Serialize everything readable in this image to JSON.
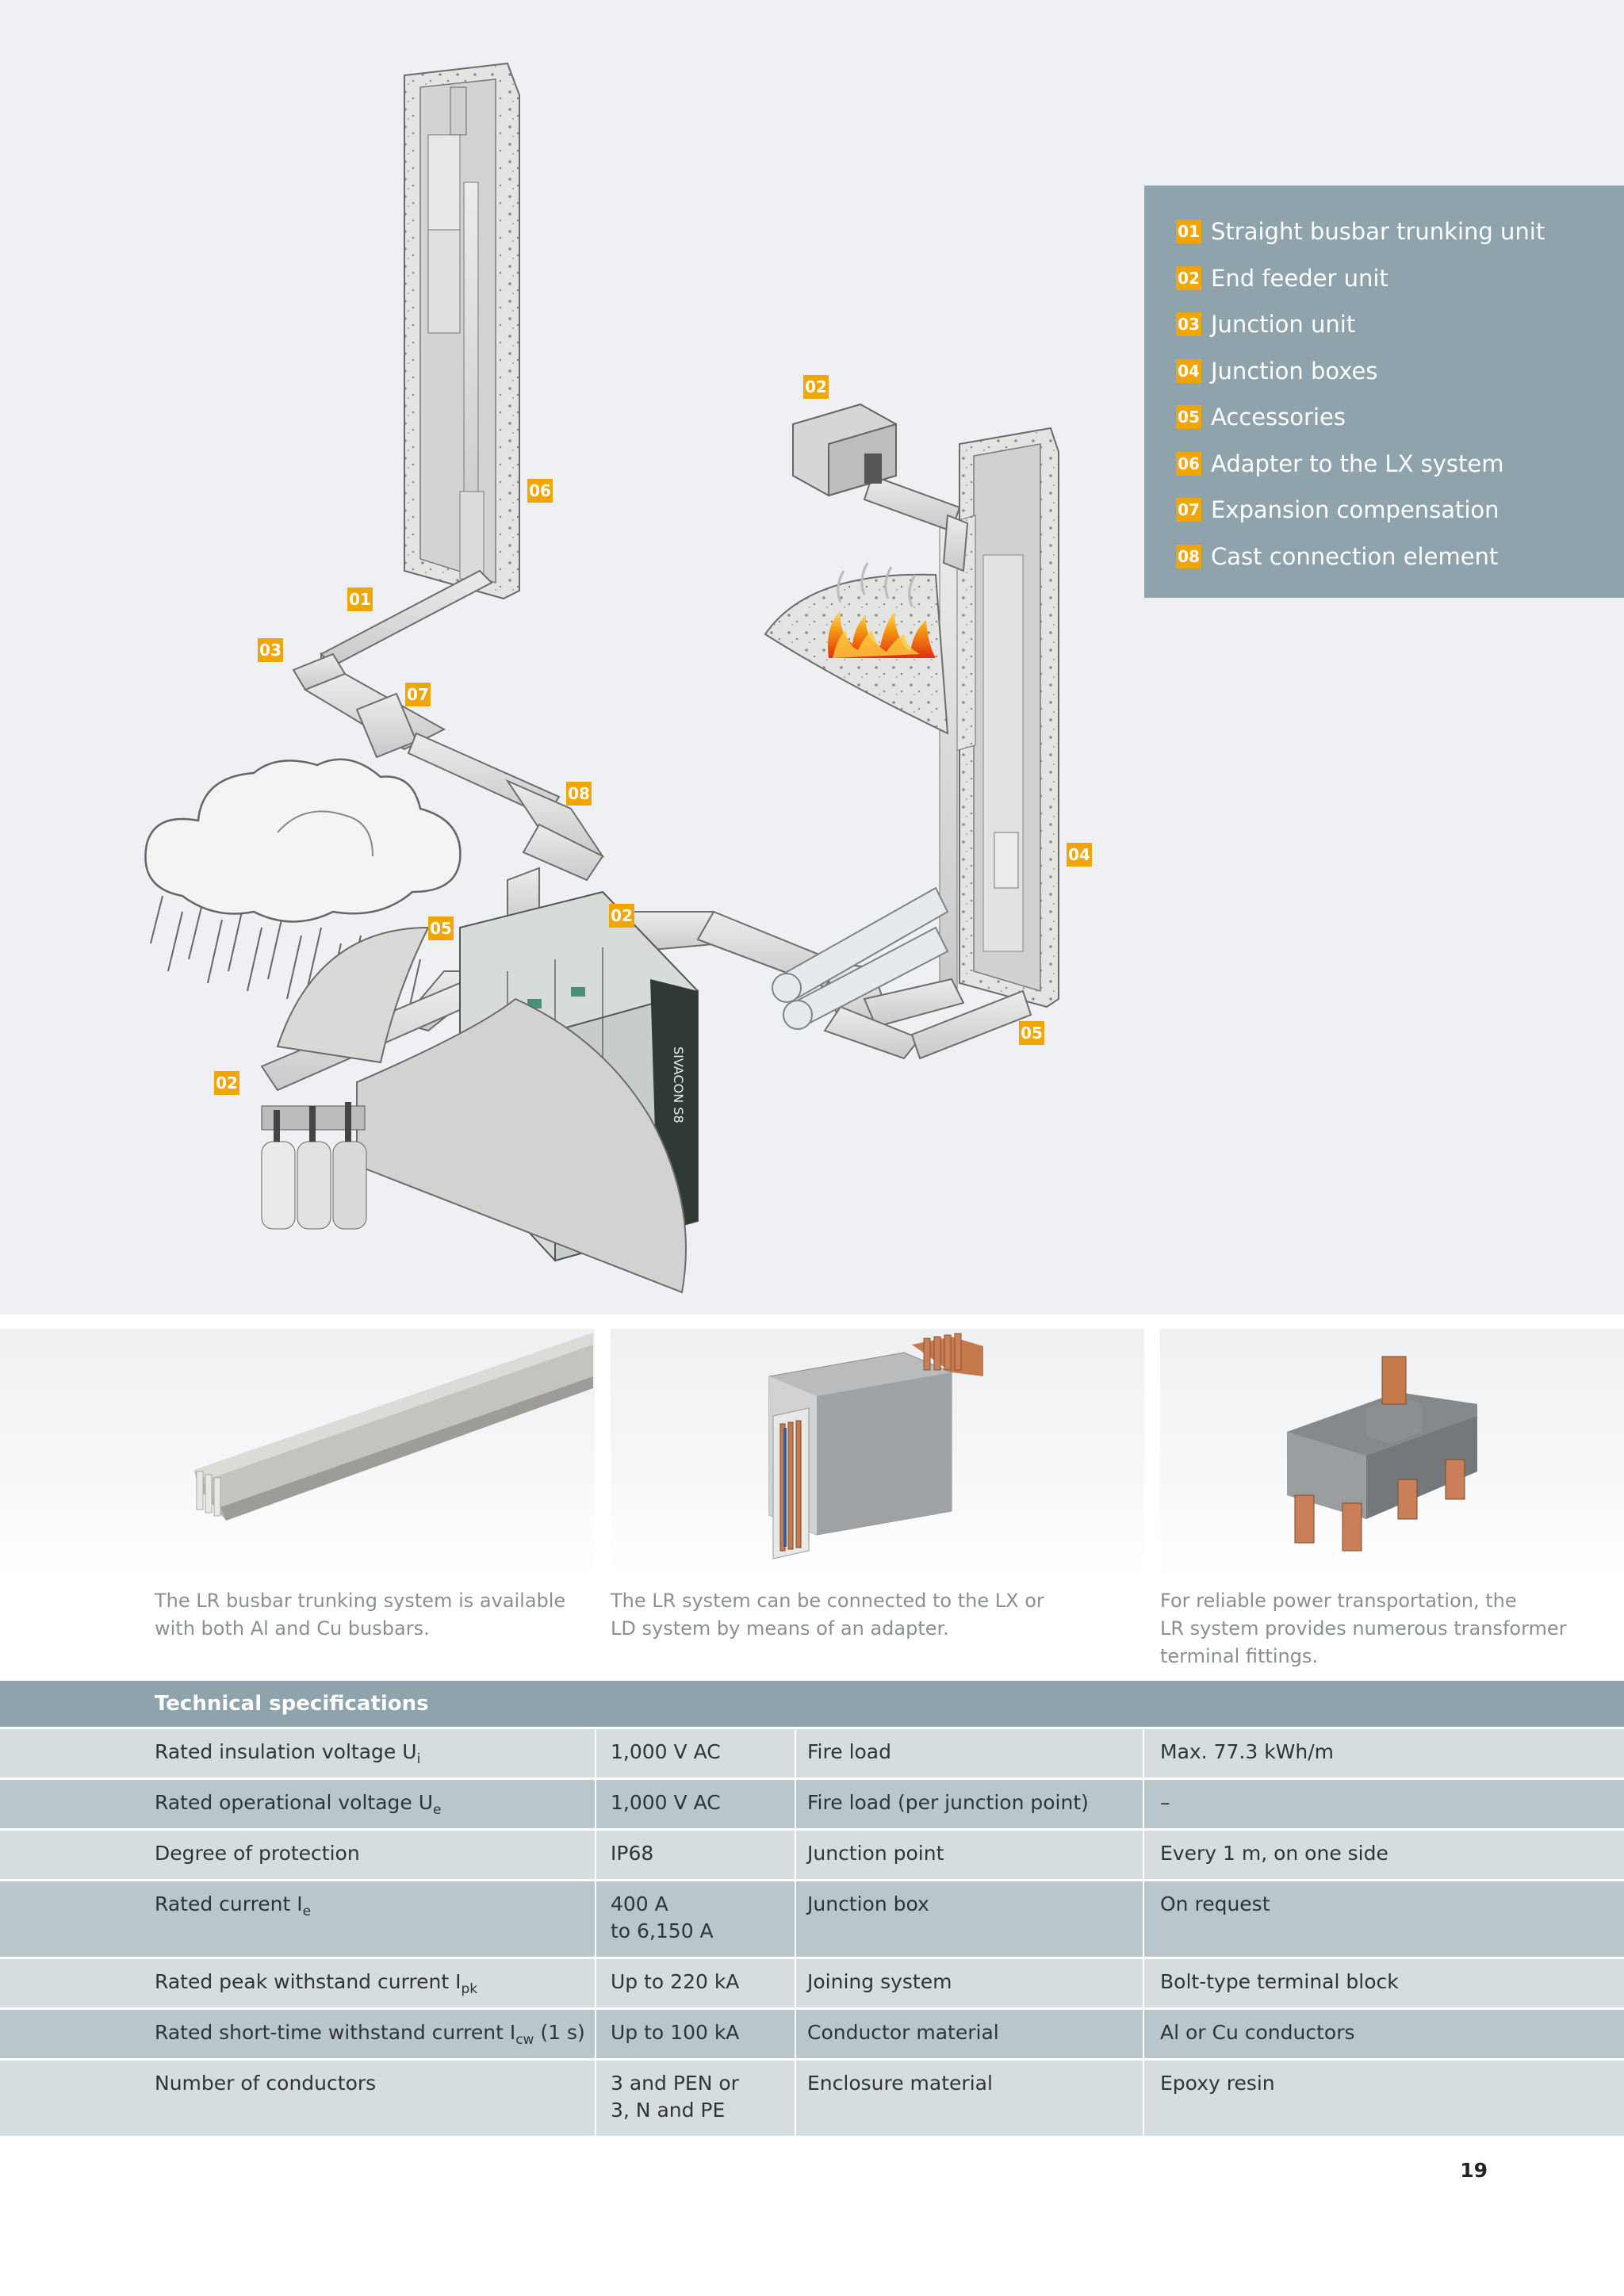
{
  "legend": {
    "items": [
      {
        "num": "01",
        "label": "Straight busbar trunking unit"
      },
      {
        "num": "02",
        "label": "End feeder unit"
      },
      {
        "num": "03",
        "label": "Junction unit"
      },
      {
        "num": "04",
        "label": "Junction boxes"
      },
      {
        "num": "05",
        "label": "Accessories"
      },
      {
        "num": "06",
        "label": "Adapter to the LX system"
      },
      {
        "num": "07",
        "label": "Expansion compensation"
      },
      {
        "num": "08",
        "label": "Cast connection element"
      }
    ]
  },
  "callouts": [
    "01",
    "02",
    "02",
    "02",
    "03",
    "04",
    "05",
    "05",
    "06",
    "07",
    "08"
  ],
  "switchgear_brand": "SIVACON S8",
  "photos": [
    {
      "caption_lines": [
        "The LR busbar trunking system is available",
        "with both Al and Cu busbars."
      ]
    },
    {
      "caption_lines": [
        "The LR system can be connected to the LX or",
        "LD system by means of an adapter."
      ]
    },
    {
      "caption_lines": [
        "For reliable power transportation, the",
        "LR system provides numerous transformer",
        "terminal fittings."
      ]
    }
  ],
  "spec_table": {
    "title": "Technical specifications",
    "rows": [
      {
        "left_label": "Rated insulation voltage U",
        "left_sub": "i",
        "left_suffix": "",
        "left_value_lines": [
          "1,000 V AC"
        ],
        "right_label": "Fire load",
        "right_value": "Max. 77.3 kWh/m"
      },
      {
        "left_label": "Rated operational voltage U",
        "left_sub": "e",
        "left_suffix": "",
        "left_value_lines": [
          "1,000 V AC"
        ],
        "right_label": "Fire load (per junction point)",
        "right_value": "–"
      },
      {
        "left_label": "Degree of protection",
        "left_sub": "",
        "left_suffix": "",
        "left_value_lines": [
          "IP68"
        ],
        "right_label": "Junction point",
        "right_value": "Every 1 m, on one side"
      },
      {
        "left_label": "Rated current I",
        "left_sub": "e",
        "left_suffix": "",
        "left_value_lines": [
          "400 A",
          "to 6,150 A"
        ],
        "right_label": "Junction box",
        "right_value": "On request"
      },
      {
        "left_label": "Rated peak withstand current I",
        "left_sub": "pk",
        "left_suffix": "",
        "left_value_lines": [
          "Up to 220 kA"
        ],
        "right_label": "Joining system",
        "right_value": "Bolt-type terminal block"
      },
      {
        "left_label": "Rated short-time withstand current I",
        "left_sub": "cw",
        "left_suffix": " (1 s)",
        "left_value_lines": [
          "Up to 100 kA"
        ],
        "right_label": "Conductor material",
        "right_value": "Al or Cu conductors"
      },
      {
        "left_label": "Number of conductors",
        "left_sub": "",
        "left_suffix": "",
        "left_value_lines": [
          "3 and PEN or",
          "3, N and PE"
        ],
        "right_label": "Enclosure material",
        "right_value": "Epoxy resin"
      }
    ]
  },
  "page_number": "19",
  "colors": {
    "accent": "#f0a500",
    "legend_bg": "#8fa3ac",
    "row_light": "#d6dde1",
    "row_dark": "#b9c7cd",
    "hero_bg": "#eff0f3"
  }
}
